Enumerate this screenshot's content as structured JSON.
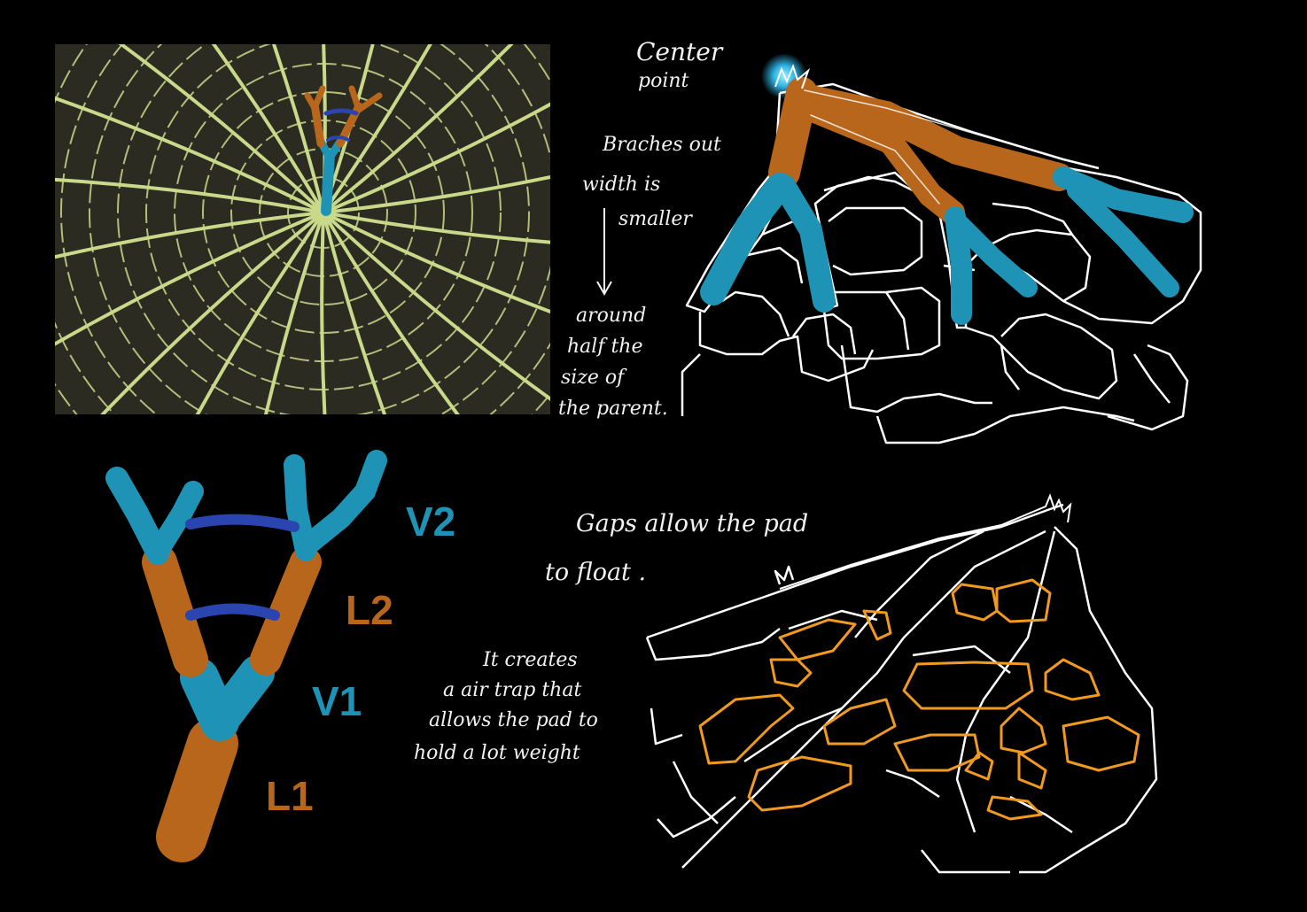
{
  "colors": {
    "background": "#000000",
    "vein_light": "#c9d98a",
    "leaf_dark": "#2a2a20",
    "vein_blue": "#1f93b5",
    "vein_orange": "#b8661b",
    "bridge_blue": "#2b45b0",
    "gap_orange": "#f29a1f",
    "sketch_white": "#ffffff",
    "glow_cyan": "#35c8ff"
  },
  "annotations": {
    "center_line1": "Center",
    "center_line2": "point",
    "branches_line1": "Braches out",
    "branches_line2": "width is",
    "branches_line3": "smaller",
    "half_line1": "around",
    "half_line2": "half the",
    "half_line3": "size of",
    "half_line4": "the parent.",
    "gaps_line1": "Gaps allow the pad",
    "gaps_line2": "to float .",
    "trap_line1": "It creates",
    "trap_line2": "a air trap that",
    "trap_line3": "allows the pad to",
    "trap_line4": "hold a lot weight"
  },
  "labels": {
    "v2": "V2",
    "l2": "L2",
    "v1": "V1",
    "l1": "L1"
  }
}
